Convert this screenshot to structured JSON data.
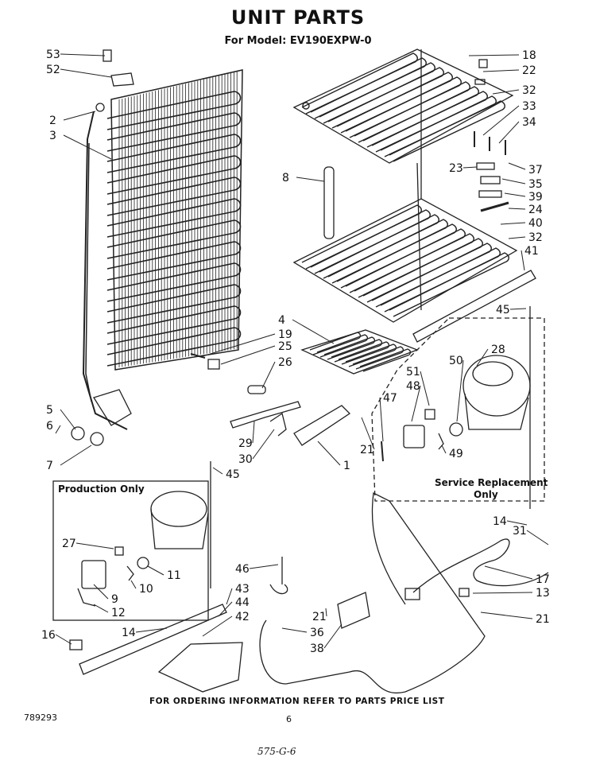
{
  "header": {
    "title": "UNIT PARTS",
    "subtitle": "For Model: EV190EXPW-0"
  },
  "boxes": {
    "production": "Production Only",
    "service_line1": "Service Replacement",
    "service_line2": "Only"
  },
  "footer": {
    "note": "FOR ORDERING INFORMATION REFER TO PARTS PRICE LIST",
    "diagram_no": "789293",
    "page": "6",
    "handwritten": "575-G-6"
  },
  "callouts": [
    "53",
    "52",
    "2",
    "3",
    "8",
    "18",
    "22",
    "32",
    "33",
    "34",
    "23",
    "37",
    "35",
    "39",
    "24",
    "40",
    "32",
    "41",
    "45",
    "4",
    "19",
    "25",
    "26",
    "28",
    "51",
    "50",
    "48",
    "47",
    "29",
    "30",
    "21",
    "1",
    "49",
    "5",
    "6",
    "7",
    "45",
    "27",
    "11",
    "10",
    "9",
    "12",
    "46",
    "43",
    "44",
    "42",
    "14",
    "16",
    "21",
    "36",
    "38",
    "14",
    "31",
    "17",
    "13",
    "21"
  ]
}
